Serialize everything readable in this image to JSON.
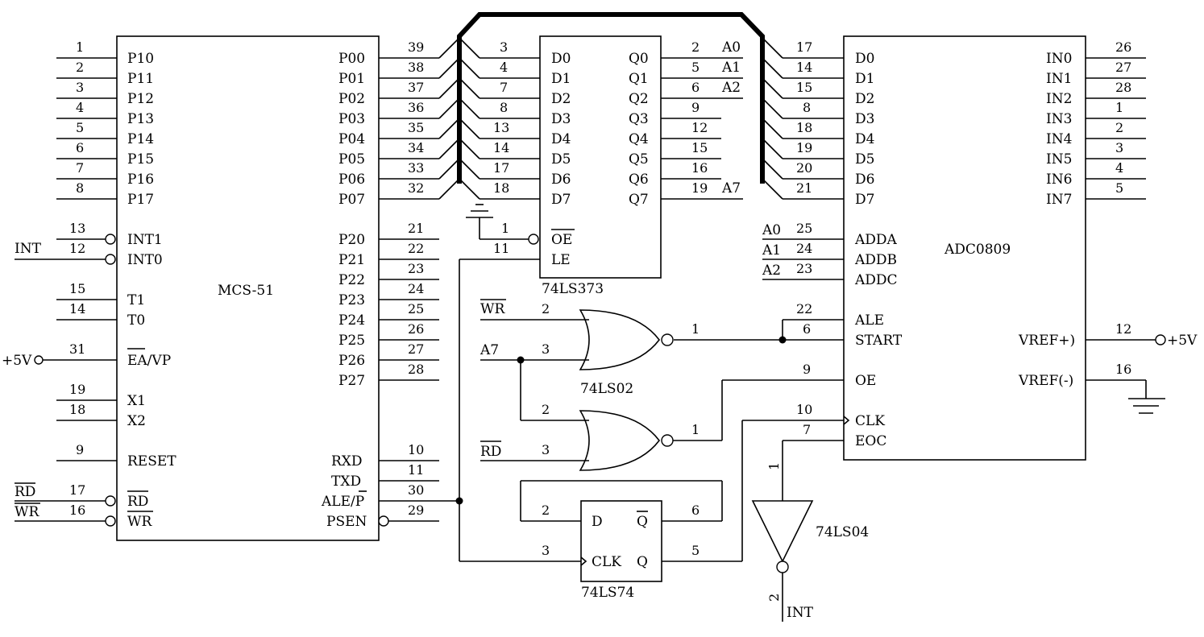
{
  "chips": {
    "mcs51": {
      "name": "MCS-51",
      "left_pins": [
        {
          "pin": "1",
          "label": "P10"
        },
        {
          "pin": "2",
          "label": "P11"
        },
        {
          "pin": "3",
          "label": "P12"
        },
        {
          "pin": "4",
          "label": "P13"
        },
        {
          "pin": "5",
          "label": "P14"
        },
        {
          "pin": "6",
          "label": "P15"
        },
        {
          "pin": "7",
          "label": "P16"
        },
        {
          "pin": "8",
          "label": "P17"
        },
        {
          "pin": "13",
          "label": "INT1"
        },
        {
          "pin": "12",
          "label": "INT0"
        },
        {
          "pin": "15",
          "label": "T1"
        },
        {
          "pin": "14",
          "label": "T0"
        },
        {
          "pin": "31",
          "label": "EA/VP"
        },
        {
          "pin": "19",
          "label": "X1"
        },
        {
          "pin": "18",
          "label": "X2"
        },
        {
          "pin": "9",
          "label": "RESET"
        },
        {
          "pin": "17",
          "label": "RD"
        },
        {
          "pin": "16",
          "label": "WR"
        }
      ],
      "right_pins": [
        {
          "pin": "39",
          "label": "P00"
        },
        {
          "pin": "38",
          "label": "P01"
        },
        {
          "pin": "37",
          "label": "P02"
        },
        {
          "pin": "36",
          "label": "P03"
        },
        {
          "pin": "35",
          "label": "P04"
        },
        {
          "pin": "34",
          "label": "P05"
        },
        {
          "pin": "33",
          "label": "P06"
        },
        {
          "pin": "32",
          "label": "P07"
        },
        {
          "pin": "21",
          "label": "P20"
        },
        {
          "pin": "22",
          "label": "P21"
        },
        {
          "pin": "23",
          "label": "P22"
        },
        {
          "pin": "24",
          "label": "P23"
        },
        {
          "pin": "25",
          "label": "P24"
        },
        {
          "pin": "26",
          "label": "P25"
        },
        {
          "pin": "27",
          "label": "P26"
        },
        {
          "pin": "28",
          "label": "P27"
        },
        {
          "pin": "10",
          "label": "RXD"
        },
        {
          "pin": "11",
          "label": "TXD"
        },
        {
          "pin": "30",
          "label": "ALE/P"
        },
        {
          "pin": "29",
          "label": "PSEN"
        }
      ]
    },
    "ls373": {
      "name": "74LS373",
      "d_pins": [
        {
          "pin": "3",
          "label": "D0"
        },
        {
          "pin": "4",
          "label": "D1"
        },
        {
          "pin": "7",
          "label": "D2"
        },
        {
          "pin": "8",
          "label": "D3"
        },
        {
          "pin": "13",
          "label": "D4"
        },
        {
          "pin": "14",
          "label": "D5"
        },
        {
          "pin": "17",
          "label": "D6"
        },
        {
          "pin": "18",
          "label": "D7"
        }
      ],
      "q_pins": [
        {
          "pin": "2",
          "label": "Q0",
          "net": "A0"
        },
        {
          "pin": "5",
          "label": "Q1",
          "net": "A1"
        },
        {
          "pin": "6",
          "label": "Q2",
          "net": "A2"
        },
        {
          "pin": "9",
          "label": "Q3",
          "net": ""
        },
        {
          "pin": "12",
          "label": "Q4",
          "net": ""
        },
        {
          "pin": "15",
          "label": "Q5",
          "net": ""
        },
        {
          "pin": "16",
          "label": "Q6",
          "net": ""
        },
        {
          "pin": "19",
          "label": "Q7",
          "net": "A7"
        }
      ],
      "oe": {
        "pin": "1",
        "label": "OE"
      },
      "le": {
        "pin": "11",
        "label": "LE"
      }
    },
    "adc0809": {
      "name": "ADC0809",
      "d_pins": [
        {
          "pin": "17",
          "label": "D0"
        },
        {
          "pin": "14",
          "label": "D1"
        },
        {
          "pin": "15",
          "label": "D2"
        },
        {
          "pin": "8",
          "label": "D3"
        },
        {
          "pin": "18",
          "label": "D4"
        },
        {
          "pin": "19",
          "label": "D5"
        },
        {
          "pin": "20",
          "label": "D6"
        },
        {
          "pin": "21",
          "label": "D7"
        }
      ],
      "addr_pins": [
        {
          "pin": "25",
          "label": "ADDA",
          "net": "A0"
        },
        {
          "pin": "24",
          "label": "ADDB",
          "net": "A1"
        },
        {
          "pin": "23",
          "label": "ADDC",
          "net": "A2"
        }
      ],
      "ctrl_pins": [
        {
          "pin": "22",
          "label": "ALE"
        },
        {
          "pin": "6",
          "label": "START"
        },
        {
          "pin": "9",
          "label": "OE"
        },
        {
          "pin": "10",
          "label": "CLK"
        },
        {
          "pin": "7",
          "label": "EOC"
        }
      ],
      "in_pins": [
        {
          "pin": "26",
          "label": "IN0"
        },
        {
          "pin": "27",
          "label": "IN1"
        },
        {
          "pin": "28",
          "label": "IN2"
        },
        {
          "pin": "1",
          "label": "IN3"
        },
        {
          "pin": "2",
          "label": "IN4"
        },
        {
          "pin": "3",
          "label": "IN5"
        },
        {
          "pin": "4",
          "label": "IN6"
        },
        {
          "pin": "5",
          "label": "IN7"
        }
      ],
      "vref_pos": {
        "pin": "12",
        "label": "VREF+)"
      },
      "vref_neg": {
        "pin": "16",
        "label": "VREF(-)"
      }
    },
    "ls02": {
      "name": "74LS02"
    },
    "ls74": {
      "name": "74LS74",
      "d": {
        "pin": "2",
        "label": "D"
      },
      "qbar": {
        "pin": "6",
        "label": "Q"
      },
      "clk": {
        "pin": "3",
        "label": "CLK"
      },
      "q": {
        "pin": "5",
        "label": "Q"
      }
    },
    "ls04": {
      "name": "74LS04",
      "in_pin": "1",
      "out_pin": "2"
    }
  },
  "nets": {
    "int_left": "INT",
    "vcc_left": "+5V",
    "rd_left": "RD",
    "wr_left": "WR",
    "wr_gate": "WR",
    "a7_gate": "A7",
    "rd_gate": "RD",
    "vcc_right": "+5V",
    "int_bottom": "INT"
  },
  "gate_pins": {
    "nor1_in_a": "2",
    "nor1_in_b": "3",
    "nor1_out": "1",
    "nor2_in_a": "2",
    "nor2_in_b": "3",
    "nor2_out": "1"
  }
}
